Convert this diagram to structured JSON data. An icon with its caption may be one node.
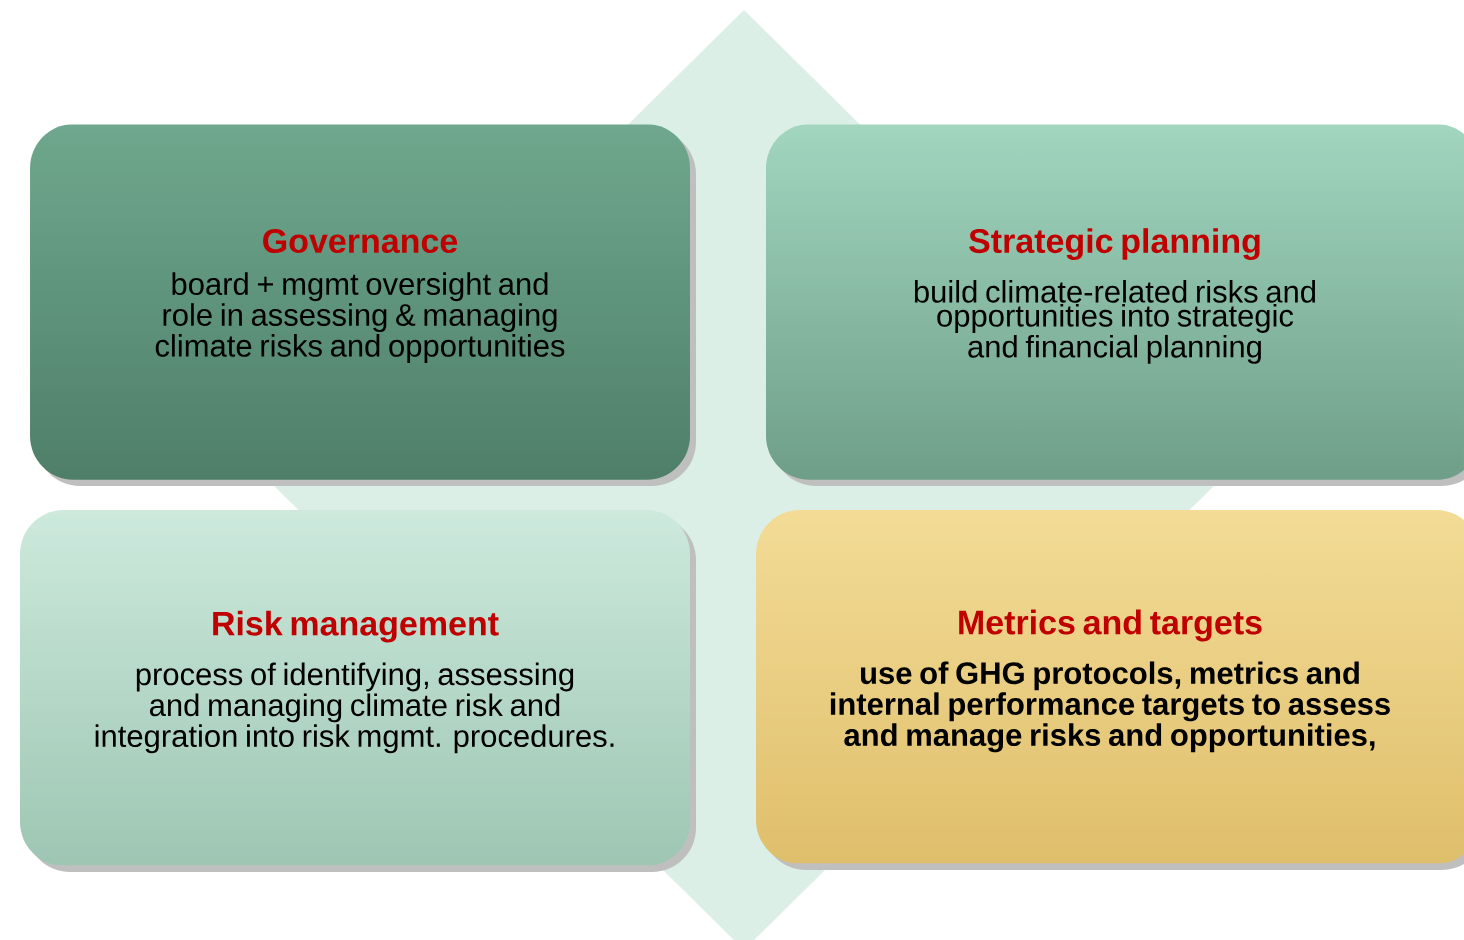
{
  "diagram": {
    "nodes": [
      {
        "text": [
          "Governance",
          "board + mgmt oversight and role in assessing & managing climate risks and opportunities"
        ]
      },
      {
        "text": [
          "Strategic planning",
          "build climate-related risks and opportunities into strategic and financial planning"
        ]
      },
      {
        "text": [
          "Risk management",
          "process of identifying, assessing and managing climate risk and integration into risk mgmt. procedures."
        ]
      },
      {
        "text": [
          "Metrics and targets",
          "use of GHG protocols, metrics and internal performance targets to assess and manage risks and opportunities,"
        ]
      }
    ]
  }
}
